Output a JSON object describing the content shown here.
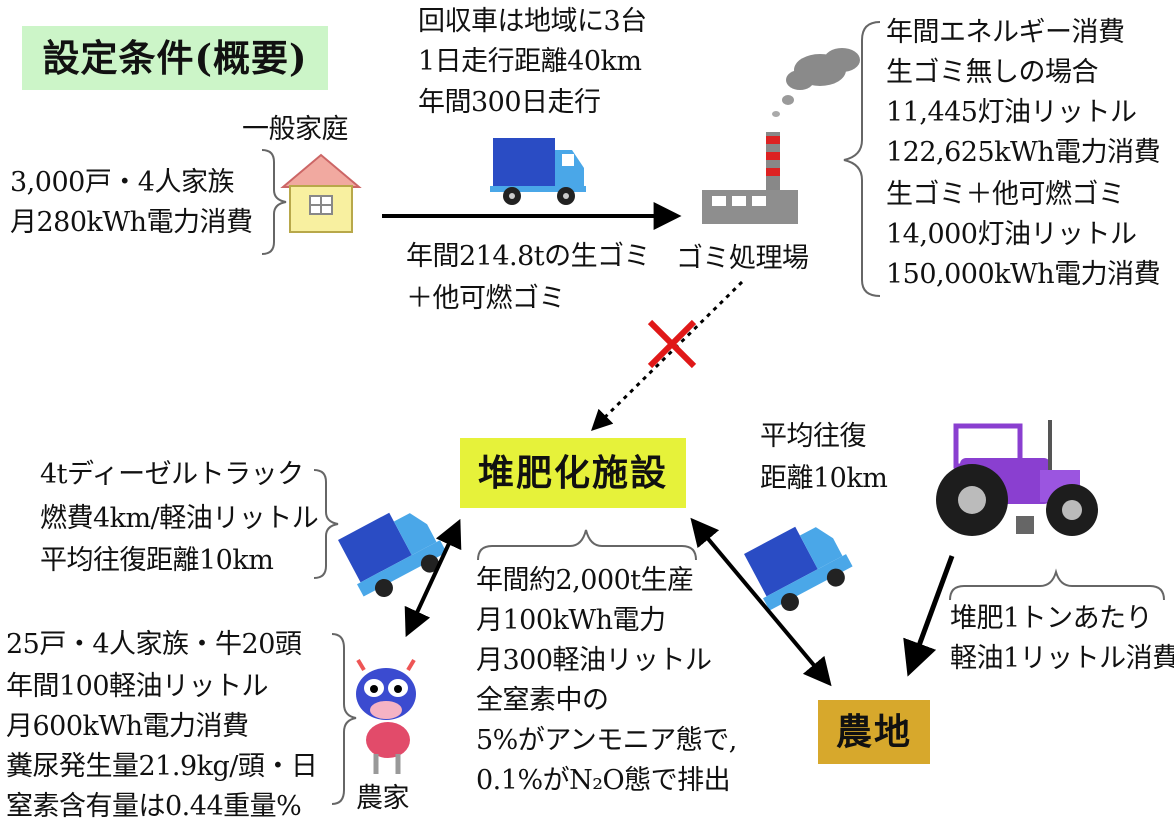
{
  "title": "設定条件(概要)",
  "household": {
    "label": "一般家庭",
    "lines": [
      "3,000戸・4人家族",
      "月280kWh電力消費"
    ]
  },
  "collection_truck": {
    "lines": [
      "回収車は地域に3台",
      "1日走行距離40km",
      "年間300日走行"
    ]
  },
  "waste_flow": {
    "lines": [
      "年間214.8tの生ゴミ",
      "＋他可燃ゴミ"
    ]
  },
  "disposal_plant": {
    "label": "ゴミ処理場",
    "lines": [
      "年間エネルギー消費",
      "生ゴミ無しの場合",
      "11,445灯油リットル",
      "122,625kWh電力消費",
      "生ゴミ＋他可燃ゴミ",
      "14,000灯油リットル",
      "150,000kWh電力消費"
    ]
  },
  "compost_facility": {
    "label": "堆肥化施設",
    "lines": [
      "年間約2,000t生産",
      "月100kWh電力",
      "月300軽油リットル",
      "全窒素中の",
      "5%がアンモニア態で,",
      "0.1%がN₂O態で排出"
    ]
  },
  "diesel_truck": {
    "lines": [
      "4tディーゼルトラック",
      "燃費4km/軽油リットル",
      "平均往復距離10km"
    ]
  },
  "farm_trip": {
    "lines": [
      "平均往復",
      "距離10km"
    ]
  },
  "farmer": {
    "label": "農家",
    "lines": [
      "25戸・4人家族・牛20頭",
      "年間100軽油リットル",
      "月600kWh電力消費",
      "糞尿発生量21.9kg/頭・日",
      "窒素含有量は0.44重量%"
    ]
  },
  "tractor": {
    "lines": [
      "堆肥1トンあたり",
      "軽油1リットル消費"
    ]
  },
  "farmland": {
    "label": "農地"
  },
  "colors": {
    "title_bg": "#ccf5c8",
    "compost_bg": "#e6f23a",
    "farmland_bg": "#d7a82c",
    "truck_blue": "#2a4cc4",
    "truck_light": "#4aa7e8",
    "tractor_purple": "#8a3fd0",
    "cross_red": "#e01818"
  }
}
